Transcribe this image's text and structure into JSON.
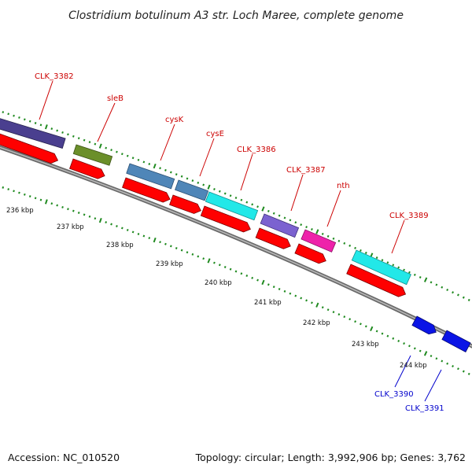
{
  "title": "Clostridium botulinum A3 str. Loch Maree, complete genome",
  "footer": {
    "accession": "Accession: NC_010520",
    "topology": "Topology: circular; Length: 3,992,906 bp; Genes: 3,762"
  },
  "colors": {
    "background": "#ffffff",
    "backbone": "#8c8c8c",
    "tick": "#1f8a1f",
    "cds_strand": "#ff0000",
    "label_forward": "#cc0000",
    "label_reverse": "#0000cc",
    "gene_clk3382": "#4a3f8f",
    "gene_sleb": "#6b8f2a",
    "gene_cysk": "#4f86b8",
    "gene_cyse": "#4f86b8",
    "gene_clk3386": "#22e8e8",
    "gene_clk3387": "#7b62d0",
    "gene_nth": "#ee22aa",
    "gene_clk3389": "#22e8e8",
    "gene_reverse": "#0a14e6"
  },
  "kbp_labels": [
    "236 kbp",
    "237 kbp",
    "238 kbp",
    "239 kbp",
    "240 kbp",
    "241 kbp",
    "242 kbp",
    "243 kbp",
    "244 kbp"
  ],
  "gene_labels": {
    "clk3382": "CLK_3382",
    "sleb": "sleB",
    "cysk": "cysK",
    "cyse": "cysE",
    "clk3386": "CLK_3386",
    "clk3387": "CLK_3387",
    "nth": "nth",
    "clk3389": "CLK_3389",
    "clk3390": "CLK_3390",
    "clk3391": "CLK_3391"
  }
}
